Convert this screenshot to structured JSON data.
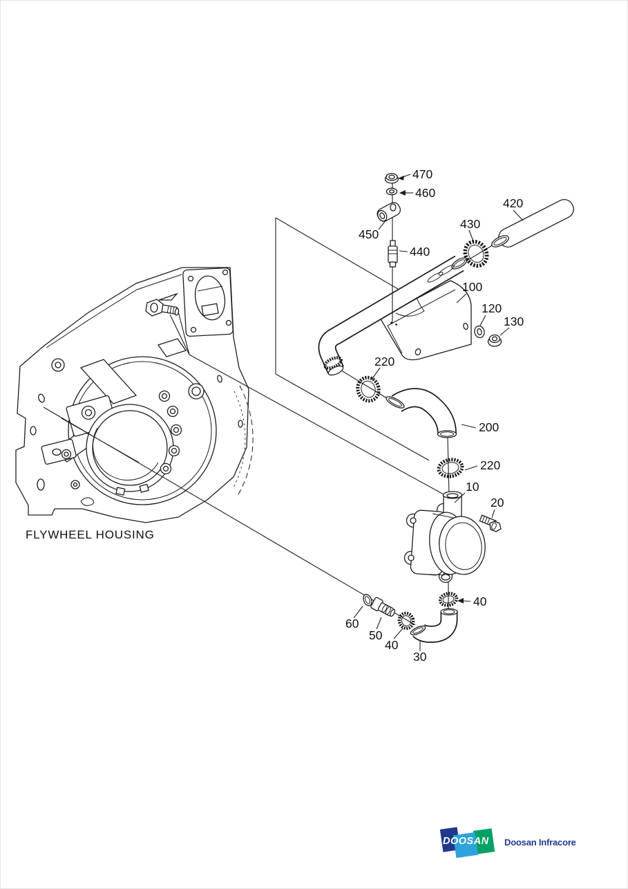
{
  "diagram": {
    "caption": "FLYWHEEL HOUSING",
    "callouts": [
      {
        "label": "470"
      },
      {
        "label": "460"
      },
      {
        "label": "450"
      },
      {
        "label": "440"
      },
      {
        "label": "420"
      },
      {
        "label": "430"
      },
      {
        "label": "100"
      },
      {
        "label": "120"
      },
      {
        "label": "130"
      },
      {
        "label": "220"
      },
      {
        "label": "200"
      },
      {
        "label": "220"
      },
      {
        "label": "10"
      },
      {
        "label": "20"
      },
      {
        "label": "40"
      },
      {
        "label": "60"
      },
      {
        "label": "50"
      },
      {
        "label": "40"
      },
      {
        "label": "30"
      }
    ]
  },
  "footer": {
    "logo_text": "DOOSAN",
    "brand_name": "Doosan Infracore",
    "logo_colors": {
      "navy": "#21398b",
      "light_blue": "#2ea2da",
      "green": "#00a165",
      "brand_text": "#24388c"
    }
  },
  "canvas": {
    "background": "#ffffff",
    "line_color": "#1c1c1c"
  }
}
